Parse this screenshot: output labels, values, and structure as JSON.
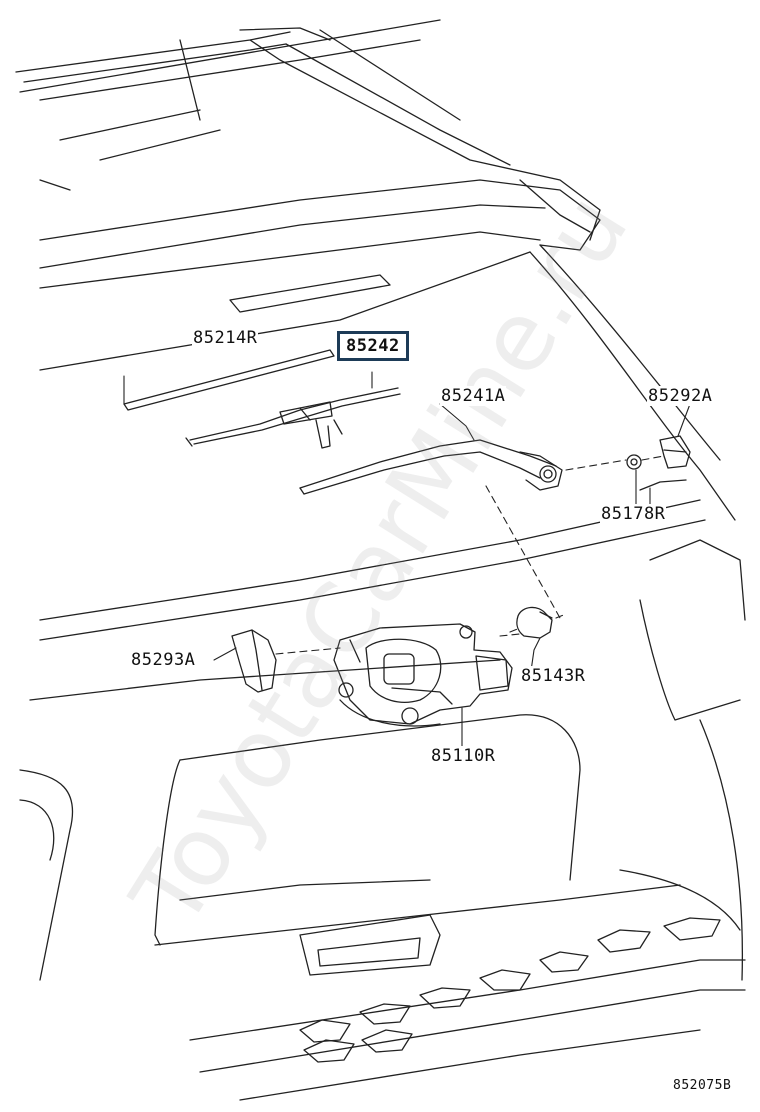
{
  "diagram": {
    "figure_number": "852075B",
    "watermark": "ToyotaCarMine.ru",
    "highlighted_part": "85242",
    "parts": {
      "p85214R": "85214R",
      "p85242": "85242",
      "p85241A": "85241A",
      "p85292A": "85292A",
      "p85178R": "85178R",
      "p85293A": "85293A",
      "p85143R": "85143R",
      "p85110R": "85110R"
    }
  }
}
